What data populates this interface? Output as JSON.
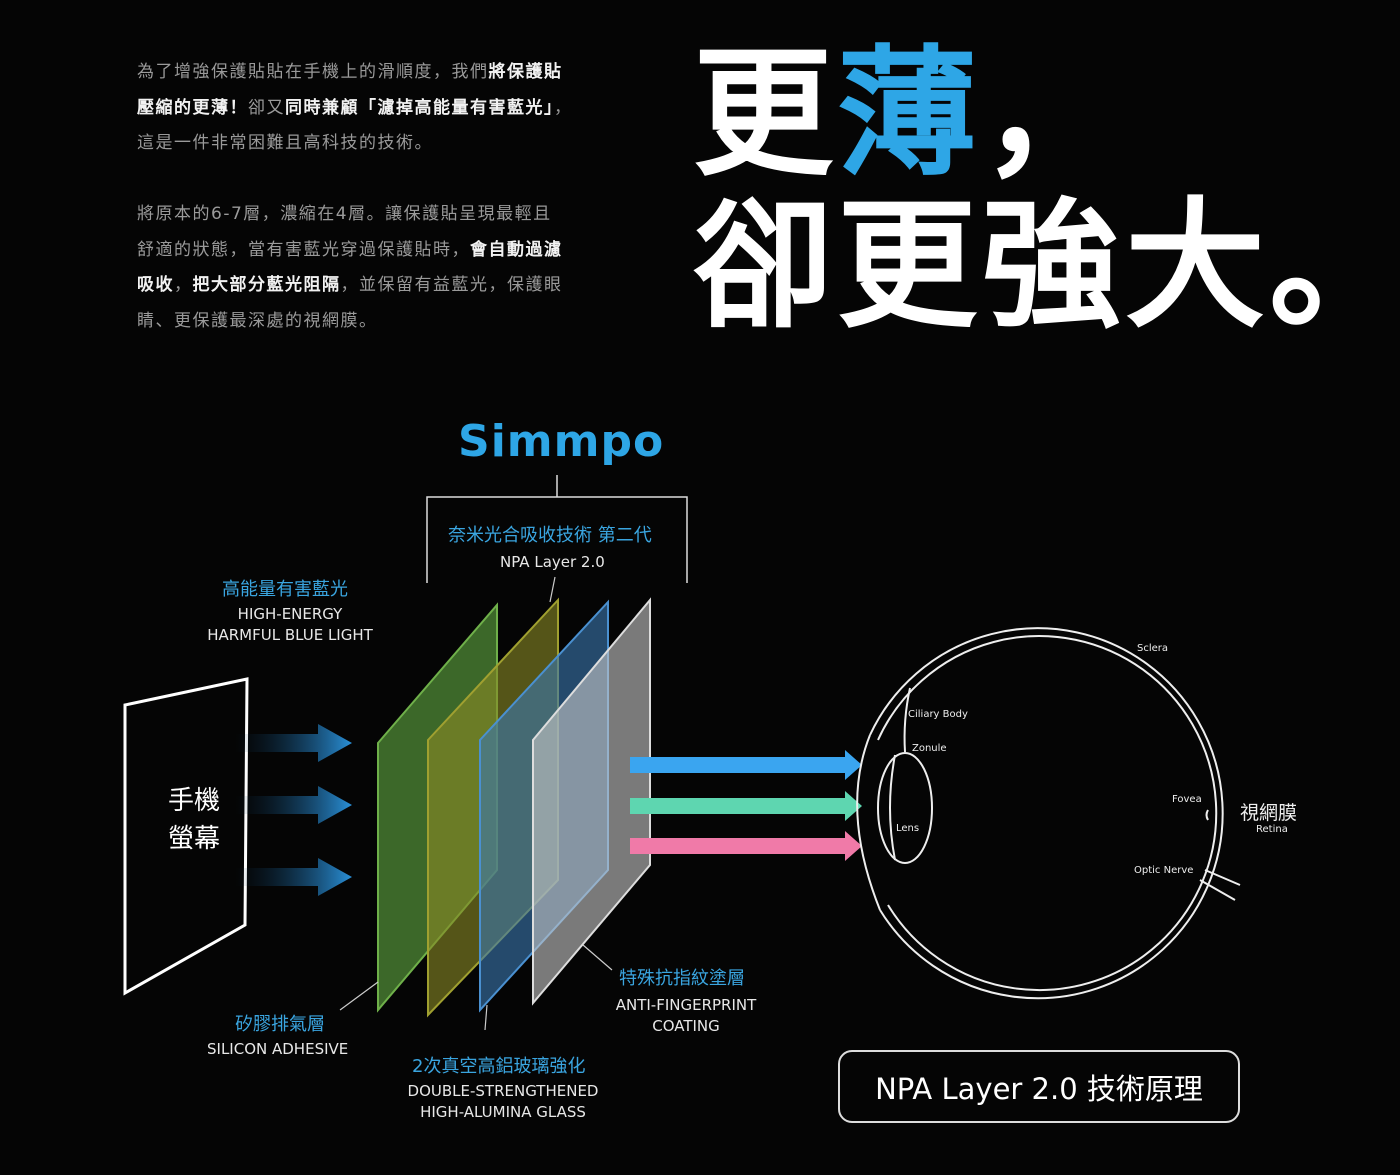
{
  "intro": {
    "paragraph1": [
      [
        {
          "t": "為了增強保護貼貼在手機上的滑順度，我們",
          "b": false
        },
        {
          "t": "將保護貼",
          "b": true
        }
      ],
      [
        {
          "t": "壓縮的更薄！",
          "b": true
        },
        {
          "t": "卻又",
          "b": false
        },
        {
          "t": "同時兼顧「濾掉高能量有害藍光」",
          "b": true
        },
        {
          "t": "，",
          "b": false
        }
      ],
      [
        {
          "t": "這是一件非常困難且高科技的技術。",
          "b": false
        }
      ]
    ],
    "paragraph2": [
      [
        {
          "t": "將原本的6-7層，濃縮在4層。讓保護貼呈現最輕且",
          "b": false
        }
      ],
      [
        {
          "t": "舒適的狀態，當有害藍光穿過保護貼時，",
          "b": false
        },
        {
          "t": "會自動過濾",
          "b": true
        }
      ],
      [
        {
          "t": "吸收",
          "b": true
        },
        {
          "t": "，",
          "b": false
        },
        {
          "t": "把大部分藍光阻隔",
          "b": true
        },
        {
          "t": "，並保留有益藍光，保護眼",
          "b": false
        }
      ],
      [
        {
          "t": "睛、更保護最深處的視網膜。",
          "b": false
        }
      ]
    ]
  },
  "headline": {
    "line1_a": "更",
    "line1_b": "薄",
    "line1_c": "，",
    "line2": "卻更強大。"
  },
  "logo": "Simmpo",
  "npa": {
    "cn": "奈米光合吸收技術 第二代",
    "en": "NPA Layer 2.0"
  },
  "blue_light": {
    "cn": "高能量有害藍光",
    "en1": "HIGH-ENERGY",
    "en2": "HARMFUL BLUE LIGHT"
  },
  "phone": {
    "line1": "手機",
    "line2": "螢幕"
  },
  "silicon": {
    "cn": "矽膠排氣層",
    "en": "SILICON ADHESIVE"
  },
  "glass": {
    "cn": "2次真空高鋁玻璃強化",
    "en1": "DOUBLE-STRENGTHENED",
    "en2": "HIGH-ALUMINA GLASS"
  },
  "coating": {
    "cn": "特殊抗指紋塗層",
    "en1": "ANTI-FINGERPRINT",
    "en2": "COATING"
  },
  "eye": {
    "sclera": "Sclera",
    "ciliary": "Ciliary Body",
    "zonule": "Zonule",
    "lens": "Lens",
    "fovea": "Fovea",
    "optic": "Optic Nerve",
    "retina_cn": "視網膜",
    "retina_en": "Retina"
  },
  "title": "NPA Layer 2.0 技術原理",
  "colors": {
    "accent": "#2ea6e6",
    "layer_green": "#5a9a3a",
    "layer_yellow": "#9a9a2a",
    "layer_blue": "#3a7ab0",
    "layer_gray": "#b0b0b0",
    "beam_blue": "#3aa5f0",
    "beam_green": "#5ed6b0",
    "beam_pink": "#f07aa8"
  }
}
